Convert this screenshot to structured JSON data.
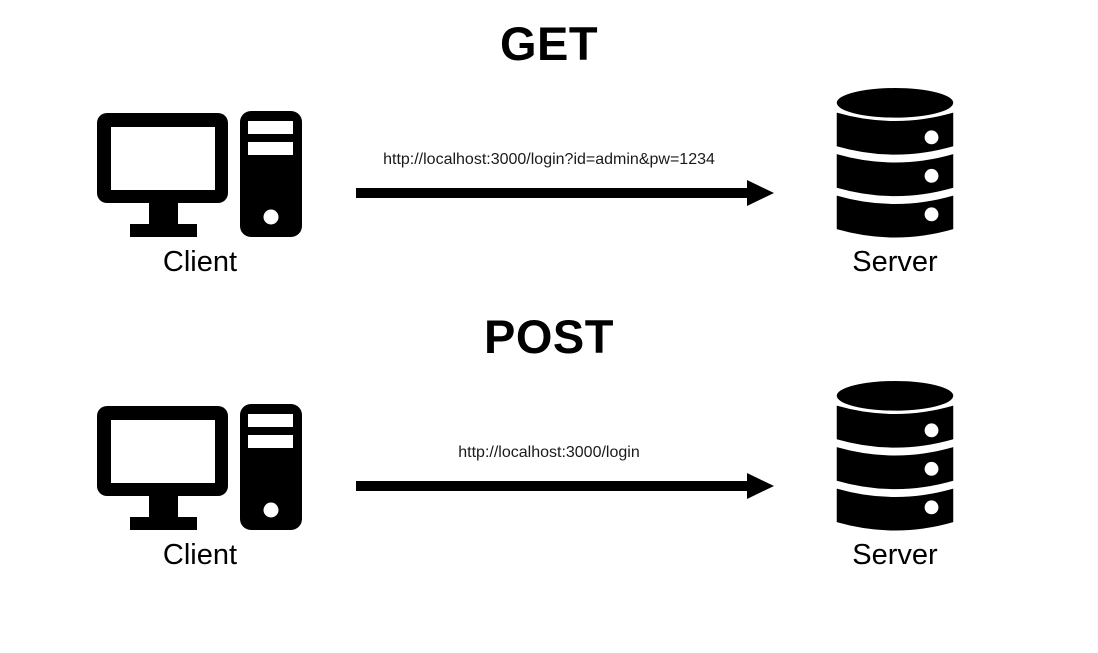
{
  "diagram": {
    "background_color": "#ffffff",
    "ink_color": "#000000",
    "url_text_color": "#1a1a1a",
    "icons": {
      "client": "desktop-computer-icon",
      "server": "database-icon",
      "arrow": "right-arrow-icon"
    },
    "sections": [
      {
        "title": "GET",
        "client_label": "Client",
        "server_label": "Server",
        "request_url": "http://localhost:3000/login?id=admin&pw=1234",
        "arrow_direction": "right"
      },
      {
        "title": "POST",
        "client_label": "Client",
        "server_label": "Server",
        "request_url": "http://localhost:3000/login",
        "arrow_direction": "right"
      }
    ]
  }
}
